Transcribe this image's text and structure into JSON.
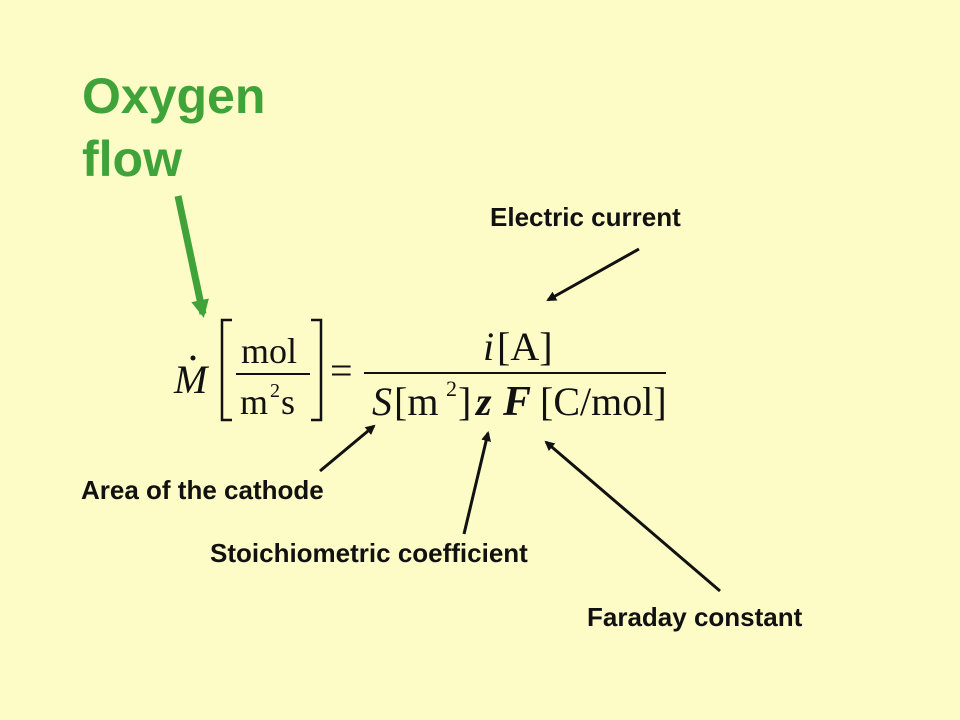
{
  "title": {
    "line1": "Oxygen",
    "line2": "flow"
  },
  "labels": {
    "electric_current": "Electric current",
    "area_cathode": "Area of the cathode",
    "stoichiometric": "Stoichiometric coefficient",
    "faraday": "Faraday constant"
  },
  "formula": {
    "lhs_symbol": "M",
    "lhs_unit_num": "mol",
    "lhs_unit_den_m": "m",
    "lhs_unit_den_exp": "2",
    "lhs_unit_den_s": "s",
    "equals": "=",
    "num_i": "i",
    "num_unit": "[A]",
    "den_S": "S",
    "den_unit_open": "[m",
    "den_unit_exp": "2",
    "den_unit_close": "]",
    "den_z": "z",
    "den_F": "F",
    "den_F_unit": "[C/mol]"
  },
  "colors": {
    "background": "#fdfbc6",
    "accent_green": "#3fa33a",
    "text": "#111111"
  }
}
